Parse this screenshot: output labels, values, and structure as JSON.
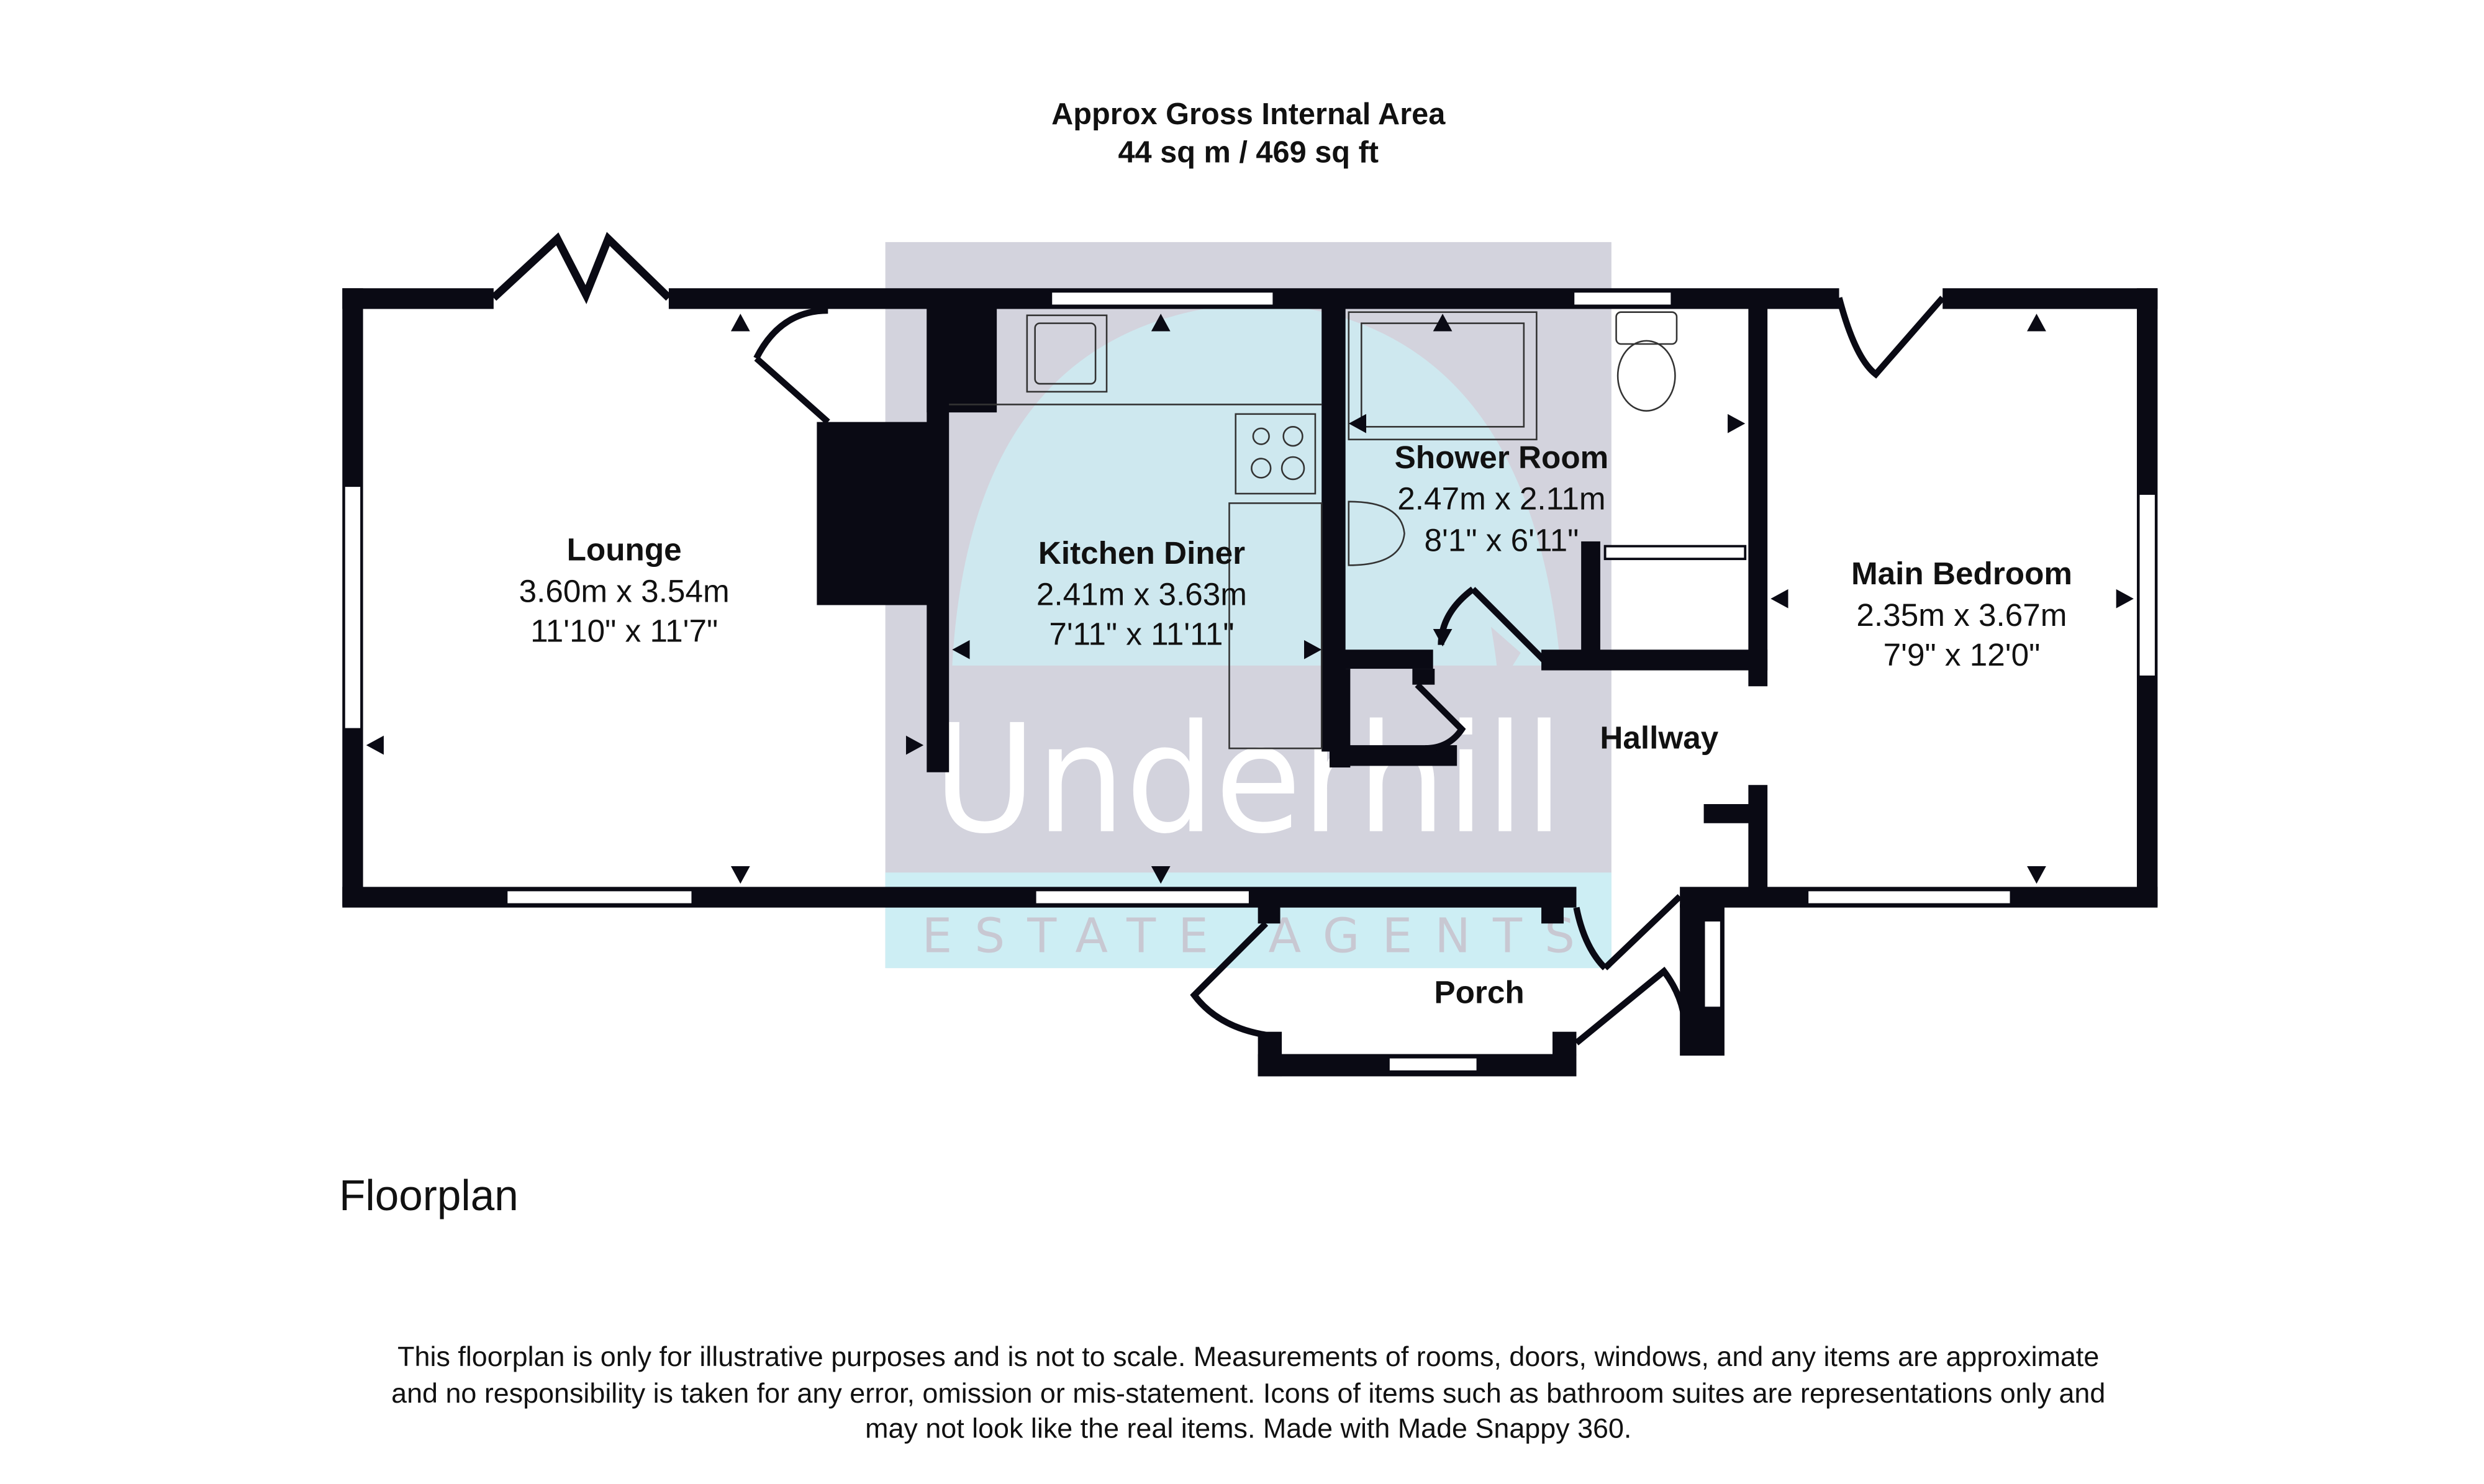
{
  "header": {
    "title": "Approx Gross Internal Area",
    "area": "44 sq m / 469 sq ft"
  },
  "rooms": [
    {
      "name": "Lounge",
      "metric": "3.60m x 3.54m",
      "imperial": "11'10\" x 11'7\""
    },
    {
      "name": "Kitchen Diner",
      "metric": "2.41m x 3.63m",
      "imperial": "7'11\" x 11'11\""
    },
    {
      "name": "Shower Room",
      "metric": "2.47m x 2.11m",
      "imperial": "8'1\" x 6'11\""
    },
    {
      "name": "Main Bedroom",
      "metric": "2.35m x 3.67m",
      "imperial": "7'9\" x 12'0\""
    },
    {
      "name": "Hallway"
    },
    {
      "name": "Porch"
    }
  ],
  "floor_label": "Floorplan",
  "watermark": {
    "brand": "Underhill",
    "tagline": "ESTATE AGENTS"
  },
  "disclaimer": {
    "line1": "This floorplan is only for illustrative purposes and is not to scale. Measurements of rooms, doors, windows, and any items are approximate",
    "line2": "and no responsibility is taken for any error, omission or mis-statement. Icons of items such as bathroom suites are representations only and",
    "line3": "may not look like the real items. Made with Made Snappy 360."
  },
  "colors": {
    "wall": "#0a0a14",
    "watermark_grey": "#d3d3dd",
    "watermark_cyan": "#cdeef4"
  }
}
